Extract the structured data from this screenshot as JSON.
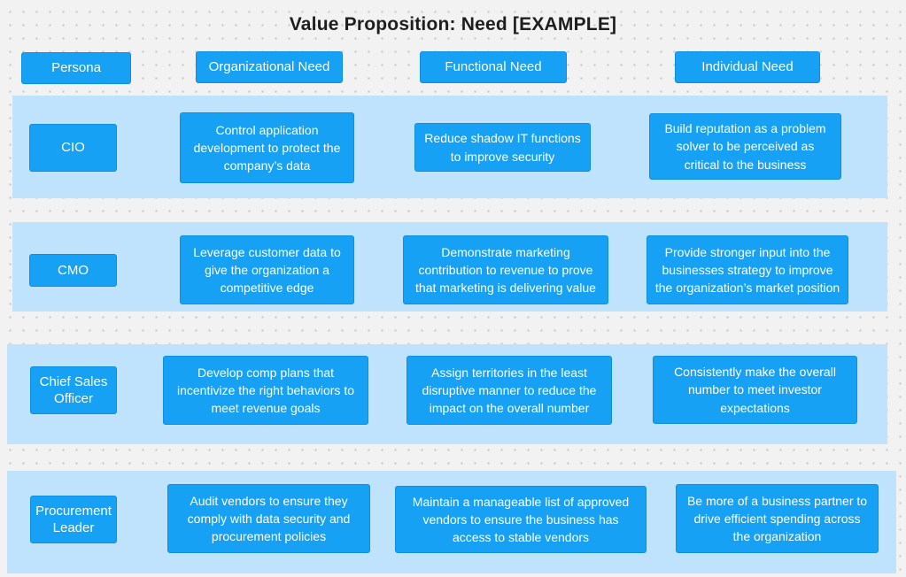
{
  "title": "Value Proposition: Need [EXAMPLE]",
  "columns": [
    {
      "label": "Persona"
    },
    {
      "label": "Organizational Need"
    },
    {
      "label": "Functional Need"
    },
    {
      "label": "Individual Need"
    }
  ],
  "rows": [
    {
      "persona": "CIO",
      "organizational_need": "Control application development to protect the company’s data",
      "functional_need": "Reduce shadow IT functions to improve security",
      "individual_need": "Build reputation as a problem solver to be perceived as critical to the business"
    },
    {
      "persona": "CMO",
      "organizational_need": "Leverage customer data to give the organization a competitive edge",
      "functional_need": "Demonstrate marketing contribution to revenue to prove that marketing is delivering value",
      "individual_need": "Provide stronger input into the businesses strategy to improve the organization’s market position"
    },
    {
      "persona": "Chief Sales Officer",
      "organizational_need": "Develop comp plans that incentivize the right behaviors to meet revenue goals",
      "functional_need": "Assign territories in the least disruptive manner to reduce the impact on the overall number",
      "individual_need": "Consistently make the overall number to meet investor expectations"
    },
    {
      "persona": "Procurement Leader",
      "organizational_need": "Audit vendors to ensure they comply with data security and procurement policies",
      "functional_need": "Maintain a manageable list of approved vendors to ensure the business has access to stable vendors",
      "individual_need": "Be more of a business partner to drive efficient spending across the organization"
    }
  ],
  "colors": {
    "accent_blue": "#16A1F4",
    "accent_blue_border": "#0D8EE0",
    "row_band": "#BFE3FD",
    "background": "#F2F2F2",
    "dot": "#D2D2D2",
    "title_text": "#1E1E1E",
    "box_text": "#FFFFFF"
  }
}
